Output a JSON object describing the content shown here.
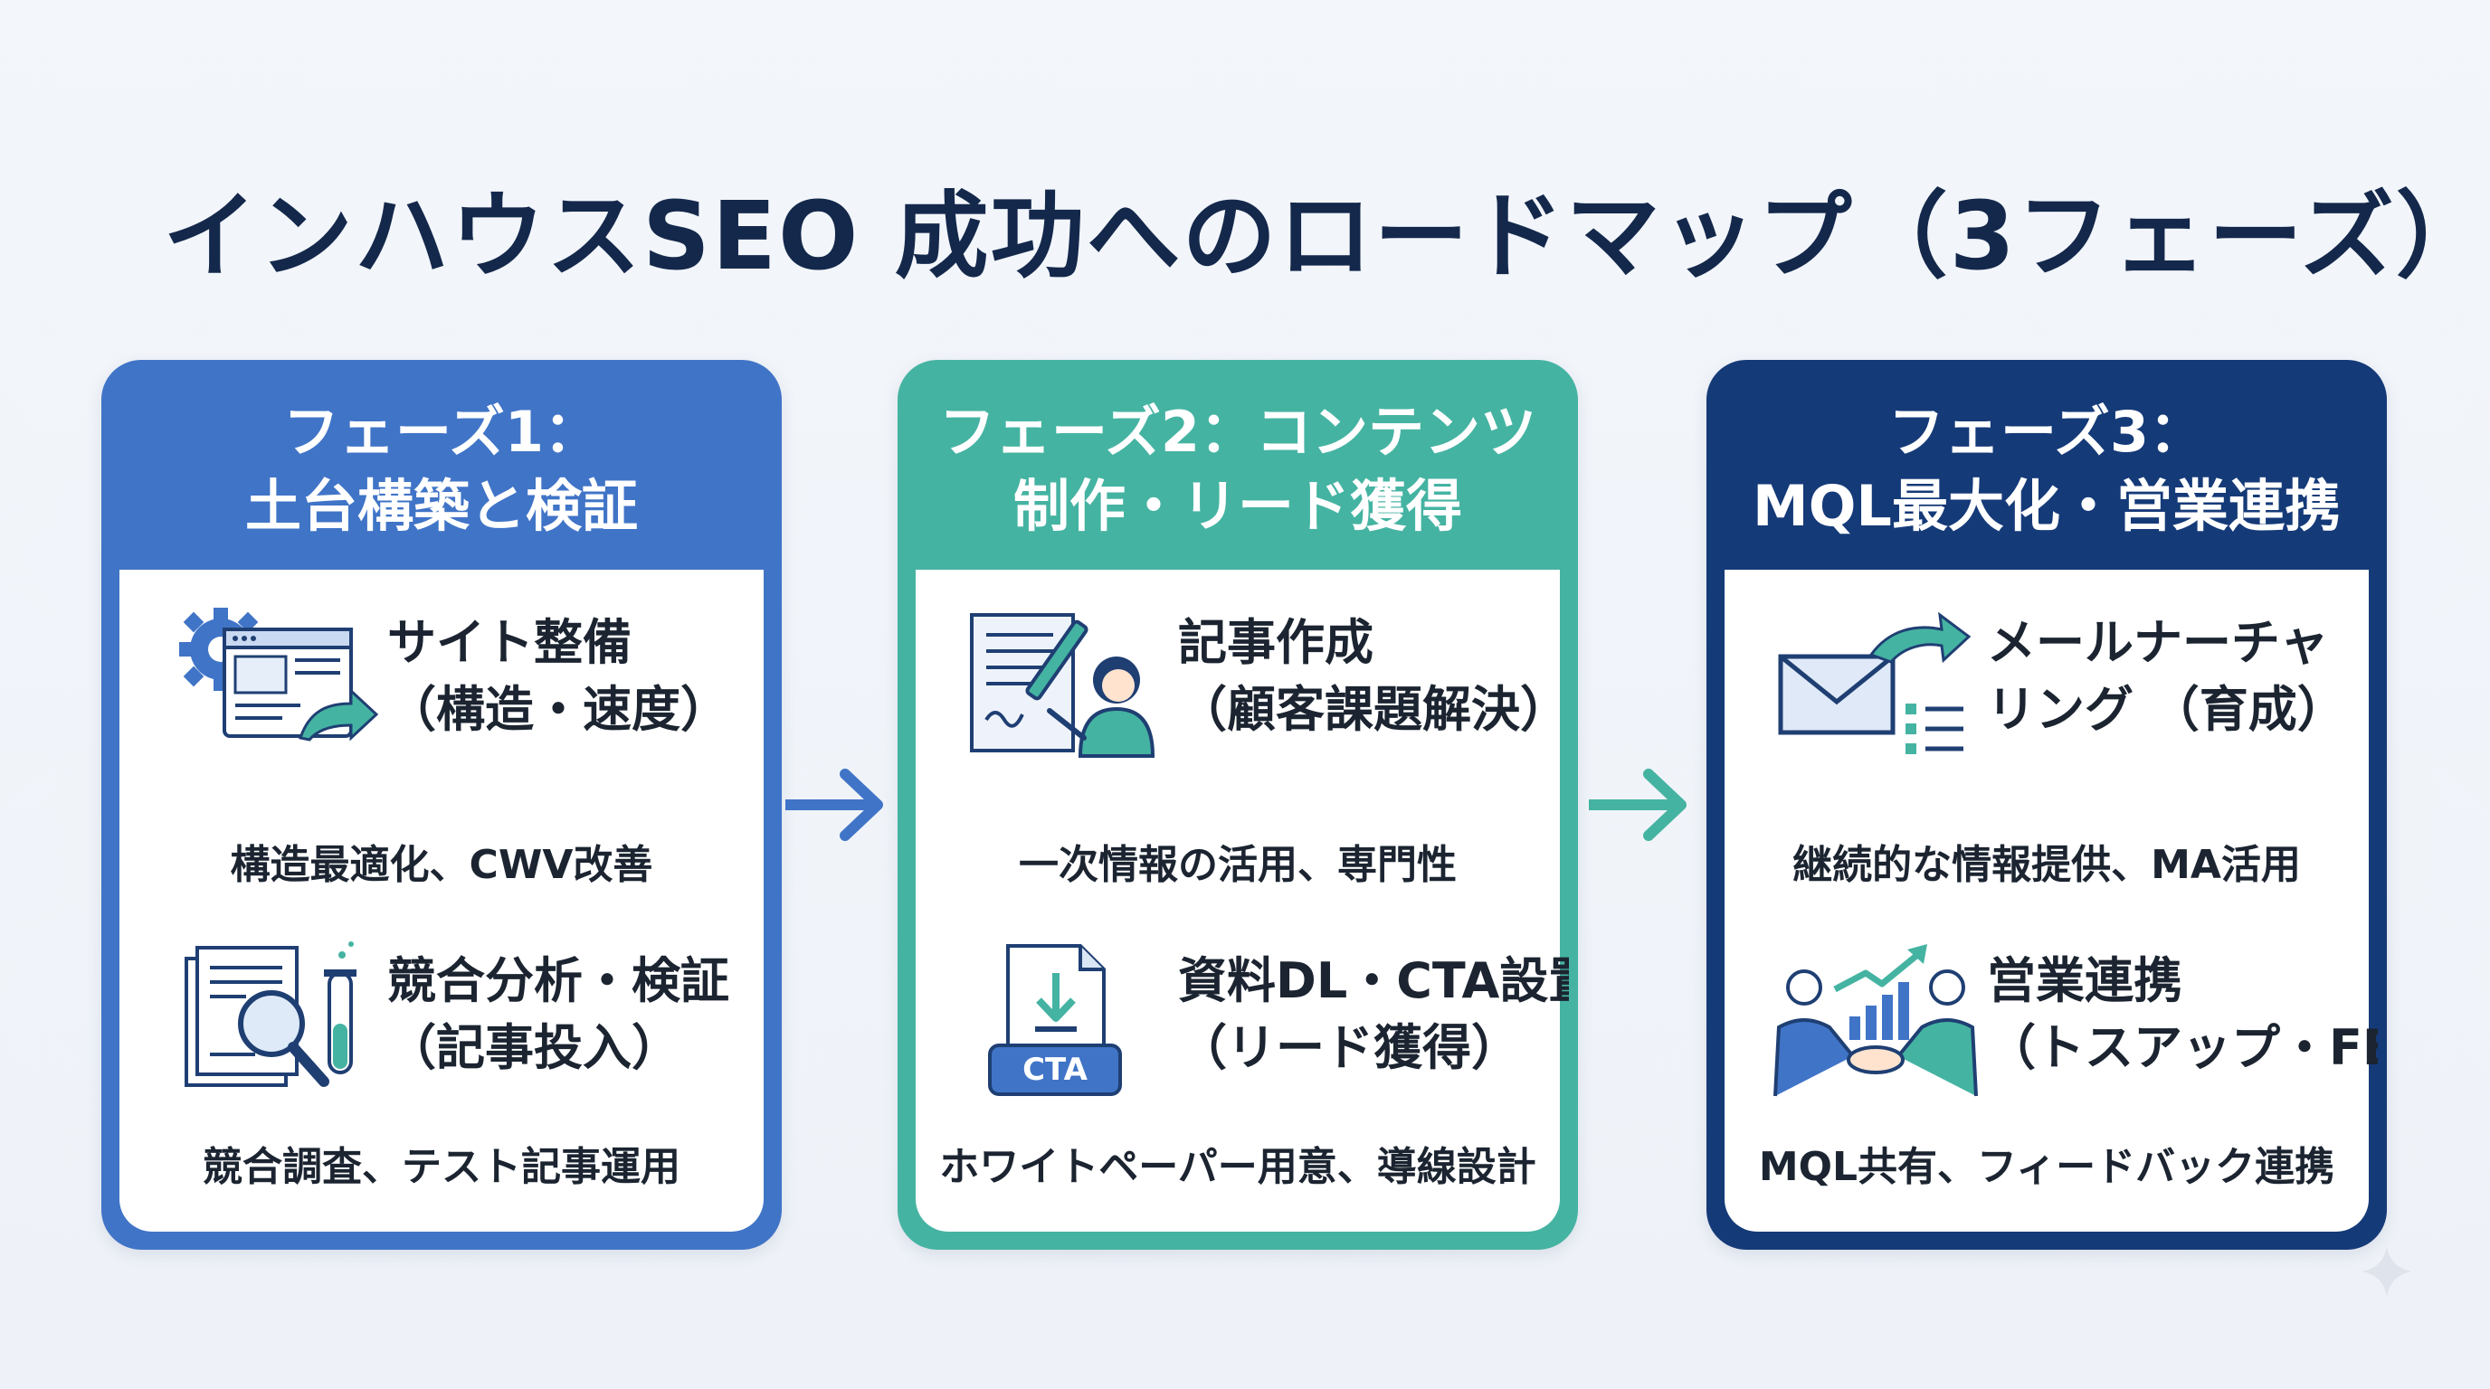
{
  "title": "インハウスSEO 成功へのロードマップ（3フェーズ）",
  "phases": [
    {
      "header_line1": "フェーズ1：",
      "header_line2": "土台構築と検証",
      "color": "#4074c7",
      "items": [
        {
          "icon": "gear-browser-icon",
          "label_line1": "サイト整備",
          "label_line2": "（構造・速度）",
          "desc": "構造最適化、CWV改善"
        },
        {
          "icon": "document-search-icon",
          "label_line1": "競合分析・検証",
          "label_line2": "（記事投入）",
          "desc": "競合調査、テスト記事運用"
        }
      ]
    },
    {
      "header_line1": "フェーズ2：コンテンツ",
      "header_line2": "制作・リード獲得",
      "color": "#45b3a2",
      "items": [
        {
          "icon": "writer-icon",
          "label_line1": "記事作成",
          "label_line2": "（顧客課題解決）",
          "desc": "一次情報の活用、専門性"
        },
        {
          "icon": "cta-download-icon",
          "icon_text": "CTA",
          "label_line1": "資料DL・CTA設置",
          "label_line2": "（リード獲得）",
          "desc": "ホワイトペーパー用意、導線設計"
        }
      ]
    },
    {
      "header_line1": "フェーズ3：",
      "header_line2": "MQL最大化・営業連携",
      "color": "#153a78",
      "items": [
        {
          "icon": "email-nurture-icon",
          "label_line1": "メールナーチャ",
          "label_line2": "リング （育成）",
          "desc": "継続的な情報提供、MA活用"
        },
        {
          "icon": "handshake-growth-icon",
          "label_line1": "営業連携",
          "label_line2": "（トスアップ・FB）",
          "desc": "MQL共有、フィードバック連携"
        }
      ]
    }
  ]
}
